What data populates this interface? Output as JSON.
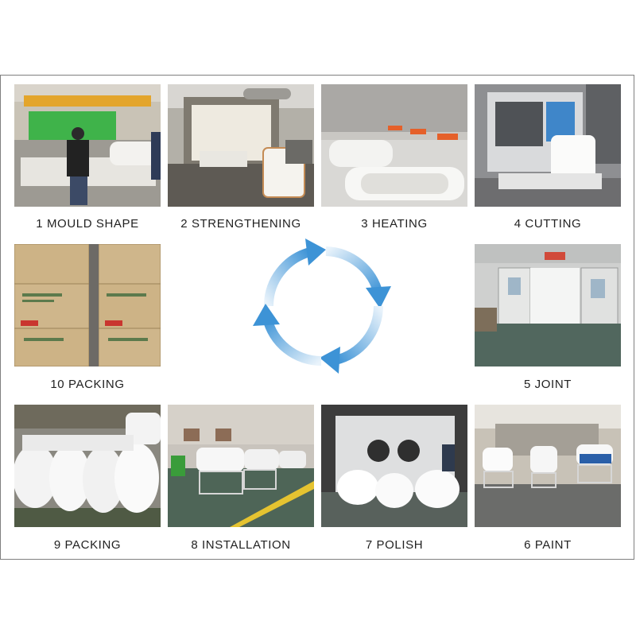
{
  "steps": [
    {
      "label": "1 MOULD SHAPE"
    },
    {
      "label": "2 STRENGTHENING"
    },
    {
      "label": "3 HEATING"
    },
    {
      "label": "4 CUTTING"
    },
    {
      "label": "5 JOINT"
    },
    {
      "label": "6 PAINT"
    },
    {
      "label": "7 POLISH"
    },
    {
      "label": "8 INSTALLATION"
    },
    {
      "label": "9 PACKING"
    },
    {
      "label": "10 PACKING"
    }
  ],
  "colors": {
    "arrow": "#3d93d6",
    "frame": "#7f7f7f",
    "label": "#222222"
  }
}
